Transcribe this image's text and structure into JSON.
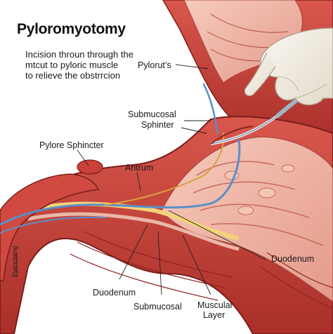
{
  "title": "Pyloromyotomy",
  "description": [
    "Incision throun through the",
    "mtcut to pyloric muscle",
    "to relieve the obstrrcion"
  ],
  "labels": {
    "pylorus": "Pylorut’s",
    "submucosal_sphincter": [
      "Submucosal",
      "Sphinter"
    ],
    "pyloric_sphincter": "Pylore Sphincter",
    "antrum": "Antrum",
    "duodenum_right": "Duodenum",
    "duodenum_bottom": "Duodenum",
    "submucosal_bottom": "Submucosal",
    "muscular_layer": [
      "Muscular",
      "Layer"
    ],
    "side_label": "Pyenctieng"
  },
  "colors": {
    "muscle_red": "#c9413a",
    "muscle_dark": "#8e2420",
    "mucosa_pink": "#eba89a",
    "mucosa_light": "#f6d2c4",
    "fat_yellow": "#f3d37a",
    "vessel_blue": "#5b8fc9",
    "glove": "#f3eee4"
  }
}
